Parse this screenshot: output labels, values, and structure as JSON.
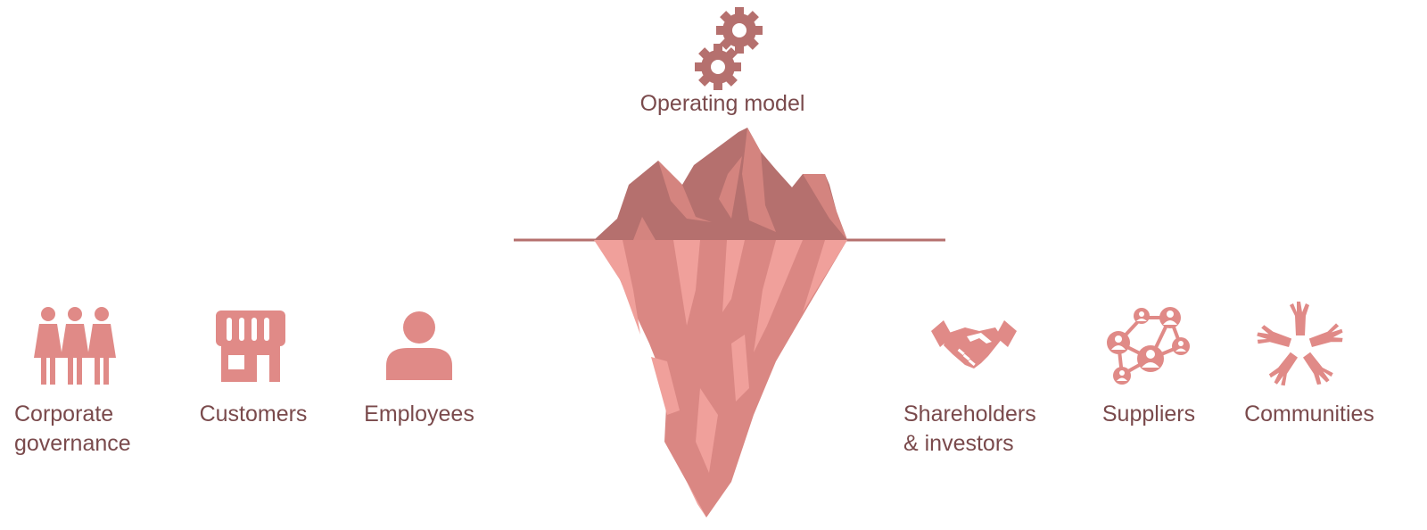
{
  "top": {
    "label": "Operating model",
    "icon": "gears-icon"
  },
  "left_stakeholders": [
    {
      "label_line1": "Corporate",
      "label_line2": "governance",
      "icon": "people-group-icon"
    },
    {
      "label_line1": "Customers",
      "label_line2": "",
      "icon": "storefront-icon"
    },
    {
      "label_line1": "Employees",
      "label_line2": "",
      "icon": "person-icon"
    }
  ],
  "right_stakeholders": [
    {
      "label_line1": "Shareholders",
      "label_line2": "& investors",
      "icon": "handshake-icon"
    },
    {
      "label_line1": "Suppliers",
      "label_line2": "",
      "icon": "network-icon"
    },
    {
      "label_line1": "Communities",
      "label_line2": "",
      "icon": "hands-circle-icon"
    }
  ],
  "center": {
    "icon": "iceberg-icon"
  },
  "colors": {
    "icon": "#e08a87",
    "iceberg_top": "#b5706e",
    "iceberg_top_light": "#d4847f",
    "iceberg_bottom": "#da8783",
    "iceberg_bottom_light": "#f0a09b",
    "waterline": "#b5706e",
    "gear": "#b5706e",
    "text": "#7a4a4c"
  }
}
